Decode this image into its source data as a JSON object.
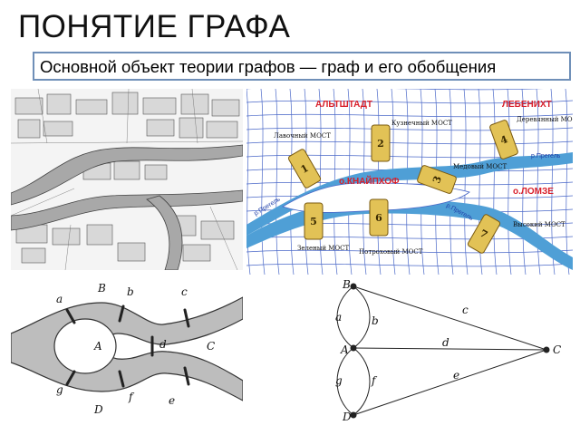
{
  "title": "ПОНЯТИЕ ГРАФА",
  "subtitle": "Основной объект теории графов — граф и его обобщения",
  "map": {
    "districts": [
      "АЛЬТШТАДТ",
      "ЛЕБЕНИХТ",
      "о.КНАЙПХОФ",
      "о.ЛОМЗЕ"
    ],
    "rivers": [
      "р.Прегель",
      "р.Прегель",
      "р.Прегель"
    ],
    "bridges": [
      {
        "number": "1",
        "name": "Лавочный МОСТ"
      },
      {
        "number": "2",
        "name": "Кузнечный МОСТ"
      },
      {
        "number": "3",
        "name": "Медовый МОСТ"
      },
      {
        "number": "4",
        "name": "Деревянный МОСТ"
      },
      {
        "number": "5",
        "name": "Зеленый МОСТ"
      },
      {
        "number": "6",
        "name": "Потроховый МОСТ"
      },
      {
        "number": "7",
        "name": "Высокий МОСТ"
      }
    ]
  },
  "scheme": {
    "land_labels": [
      "A",
      "B",
      "C",
      "D"
    ],
    "bridge_labels": [
      "a",
      "b",
      "c",
      "d",
      "e",
      "f",
      "g"
    ]
  },
  "graph": {
    "vertices": [
      "A",
      "B",
      "C",
      "D"
    ],
    "edges": [
      "a",
      "b",
      "c",
      "d",
      "e",
      "f",
      "g"
    ]
  },
  "colors": {
    "river": "#4f9fd6",
    "grid": "#4a68c8",
    "district": "#d8202b",
    "bridge": "#e2c256",
    "subtitle_border": "#6f8fb8"
  }
}
